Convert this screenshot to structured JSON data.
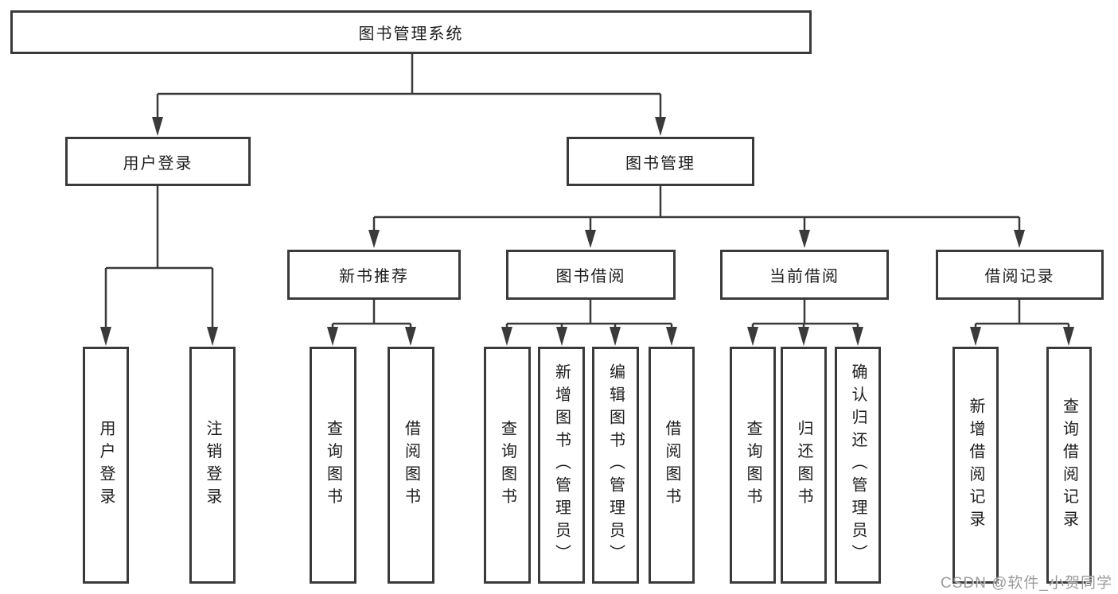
{
  "tree": {
    "root": {
      "label": "图书管理系统",
      "children": [
        {
          "label": "用户登录",
          "children": [
            {
              "label": "用户登录"
            },
            {
              "label": "注销登录"
            }
          ]
        },
        {
          "label": "图书管理",
          "children": [
            {
              "label": "新书推荐",
              "children": [
                {
                  "label": "查询图书"
                },
                {
                  "label": "借阅图书"
                }
              ]
            },
            {
              "label": "图书借阅",
              "children": [
                {
                  "label": "查询图书"
                },
                {
                  "label": "新增图书（管理员）"
                },
                {
                  "label": "编辑图书（管理员）"
                },
                {
                  "label": "借阅图书"
                }
              ]
            },
            {
              "label": "当前借阅",
              "children": [
                {
                  "label": "查询图书"
                },
                {
                  "label": "归还图书"
                },
                {
                  "label": "确认归还（管理员）"
                }
              ]
            },
            {
              "label": "借阅记录",
              "children": [
                {
                  "label": "新增借阅记录"
                },
                {
                  "label": "查询借阅记录"
                }
              ]
            }
          ]
        }
      ]
    }
  },
  "watermark": {
    "text": "CSDN @软件_小贺同学"
  },
  "colors": {
    "line": "#3a3a3a",
    "text": "#1c1c1c",
    "watermark": "#949494"
  }
}
